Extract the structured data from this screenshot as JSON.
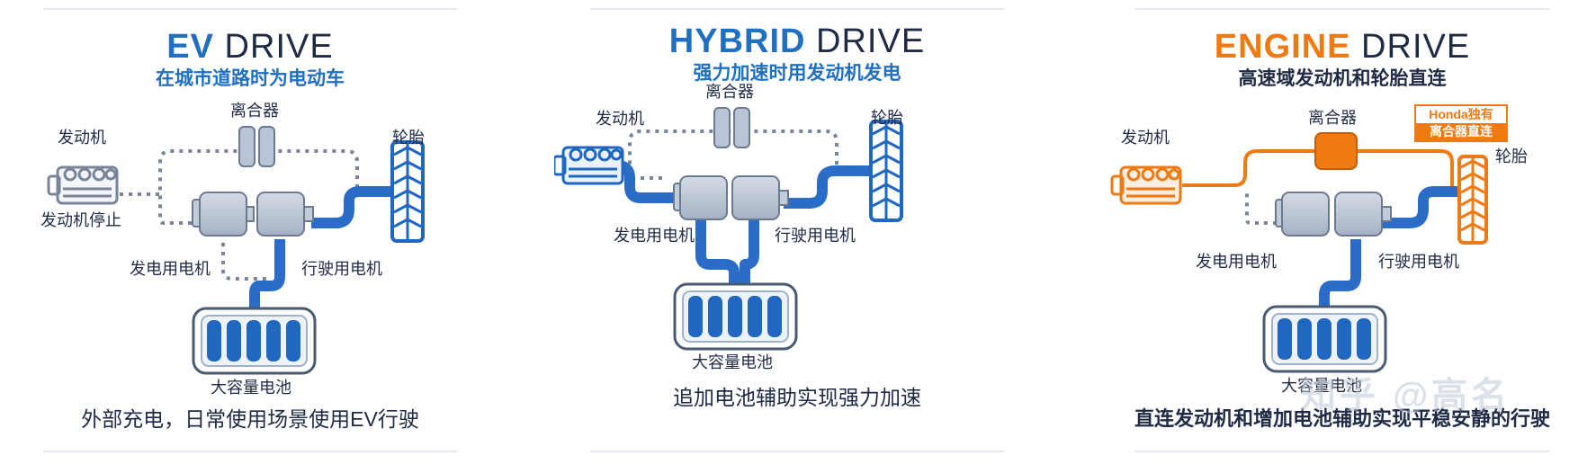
{
  "panels": [
    {
      "title_highlight": "EV",
      "title_rest": " DRIVE",
      "subtitle": "在城市道路时为电动车",
      "clutch_label": "离合器",
      "engine_label": "发动机",
      "tire_label": "轮胎",
      "engine_state_label": "发动机停止",
      "generator_label": "发电用电机",
      "drive_motor_label": "行驶用电机",
      "battery_label": "大容量电池",
      "caption": "外部充电，日常使用场景使用EV行驶"
    },
    {
      "title_highlight": "HYBRID",
      "title_rest": " DRIVE",
      "subtitle": "强力加速时用发动机发电",
      "clutch_label": "离合器",
      "engine_label": "发动机",
      "tire_label": "轮胎",
      "generator_label": "发电用电机",
      "drive_motor_label": "行驶用电机",
      "battery_label": "大容量电池",
      "caption": "追加电池辅助实现强力加速"
    },
    {
      "title_highlight": "ENGINE",
      "title_rest": " DRIVE",
      "subtitle": "高速域发动机和轮胎直连",
      "clutch_label": "离合器",
      "engine_label": "发动机",
      "tire_label": "轮胎",
      "generator_label": "发电用电机",
      "drive_motor_label": "行驶用电机",
      "battery_label": "大容量电池",
      "badge_line1": "Honda独有",
      "badge_line2": "离合器直连",
      "caption": "直连发动机和增加电池辅助实现平稳安静的行驶"
    }
  ],
  "watermark": "知乎 @高名",
  "colors": {
    "ev_title": "#1f6fc2",
    "hybrid_title": "#1f6fc2",
    "engine_title": "#f07a12",
    "active_path": "#2a6cc7",
    "engine_path": "#f07a12",
    "dotted_path": "#7a8698",
    "battery_cell": "#1f67c0"
  }
}
